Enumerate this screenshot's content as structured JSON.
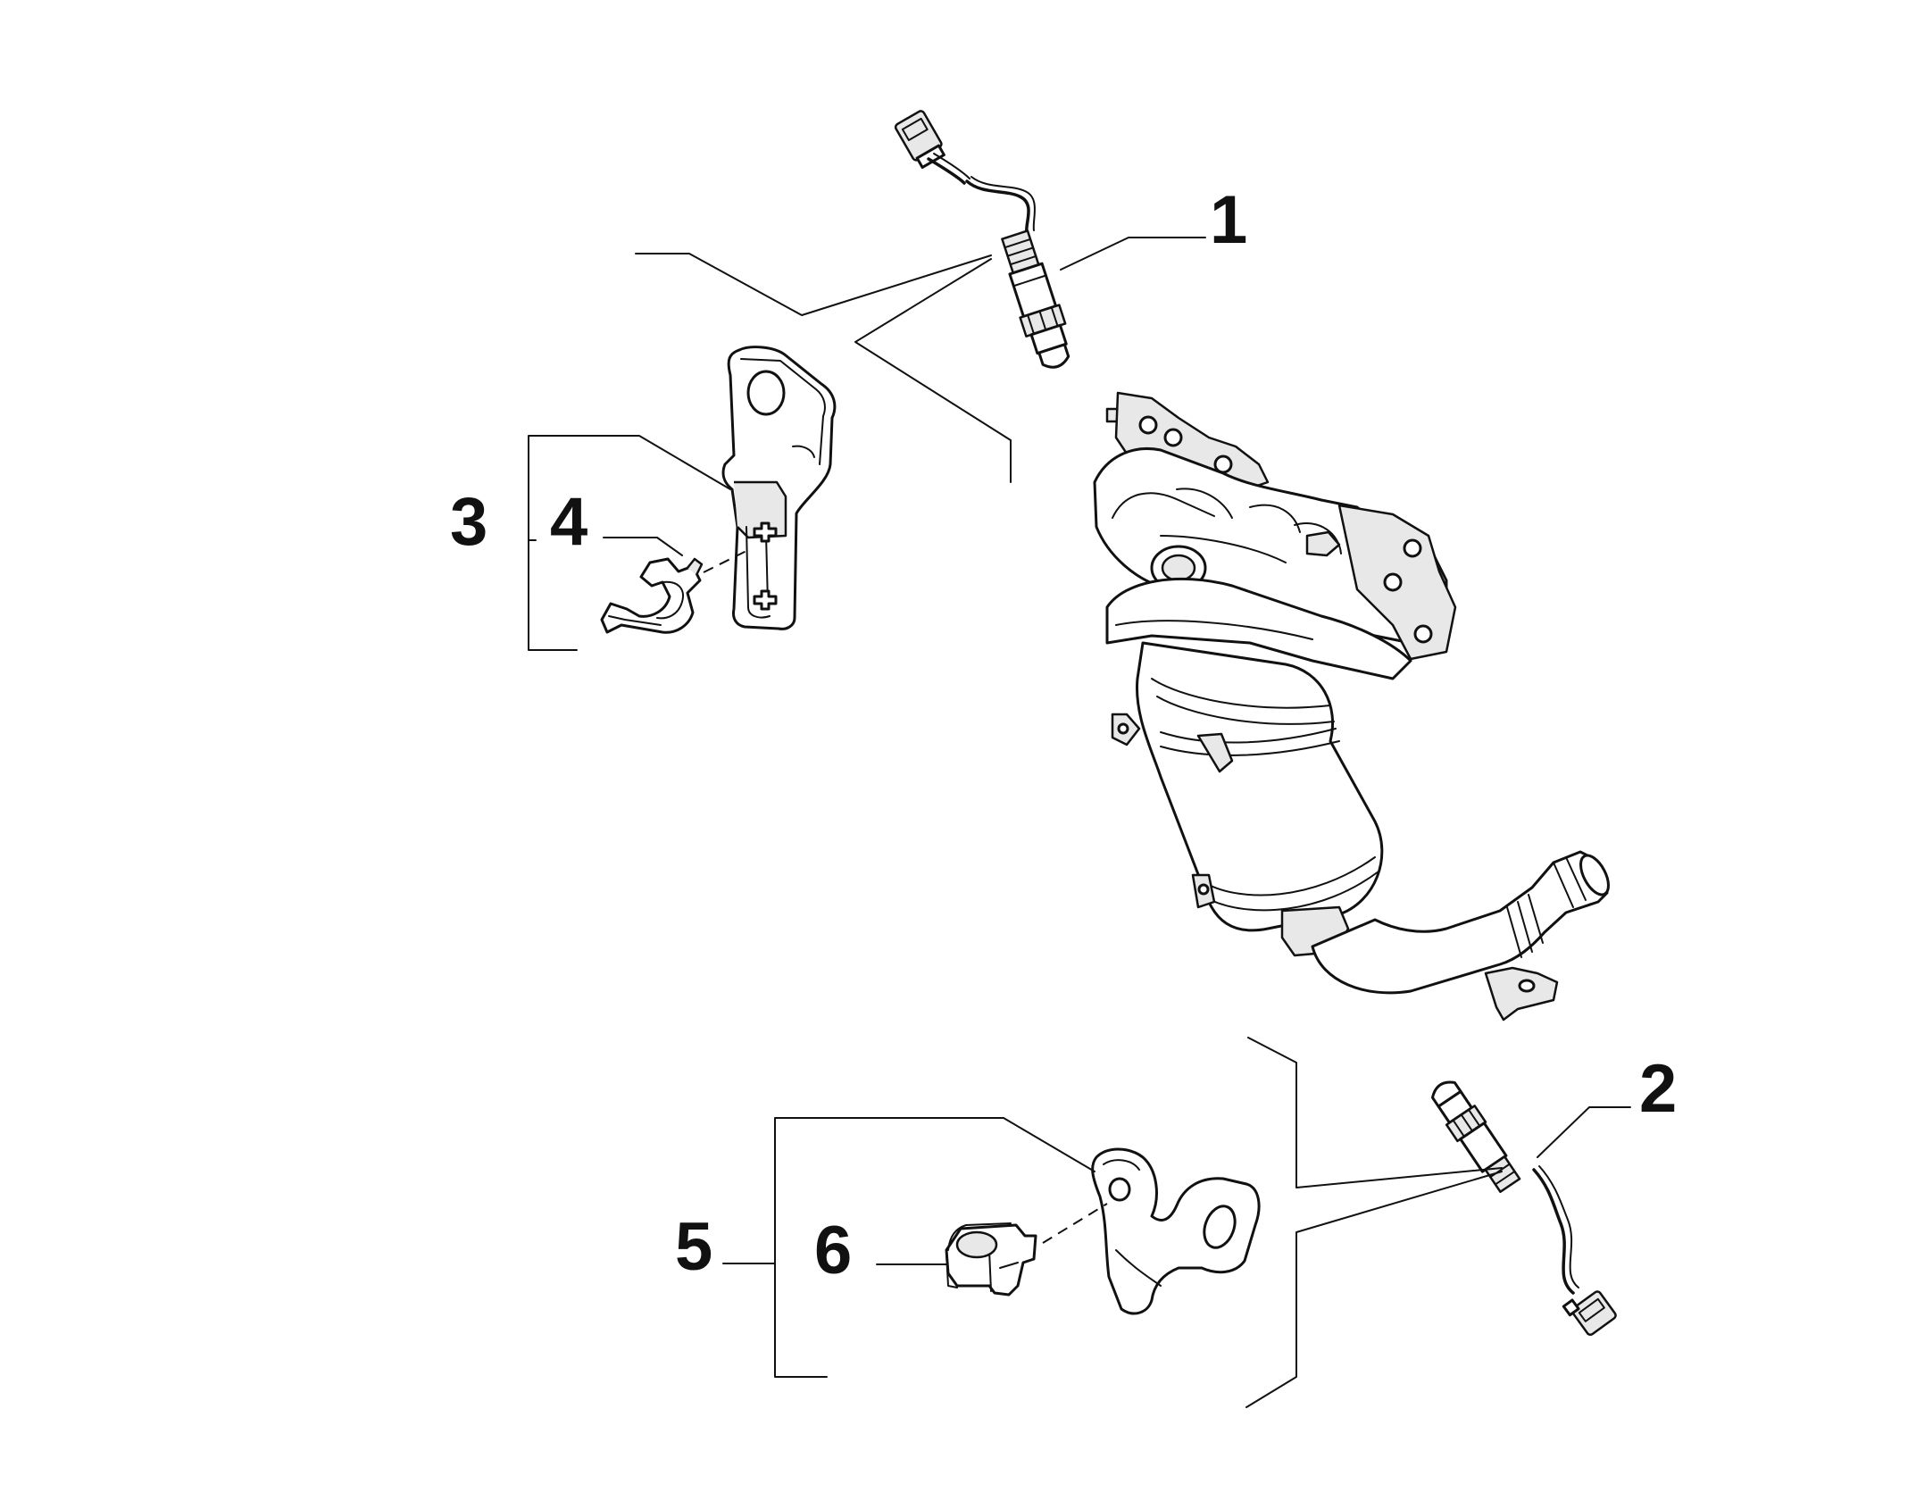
{
  "diagram": {
    "line_color": "#111111",
    "part_fill": "#ffffff",
    "shade_fill": "#e6e6e6",
    "callouts": [
      {
        "id": "1",
        "label": "1"
      },
      {
        "id": "2",
        "label": "2"
      },
      {
        "id": "3",
        "label": "3"
      },
      {
        "id": "4",
        "label": "4"
      },
      {
        "id": "5",
        "label": "5"
      },
      {
        "id": "6",
        "label": "6"
      }
    ]
  }
}
